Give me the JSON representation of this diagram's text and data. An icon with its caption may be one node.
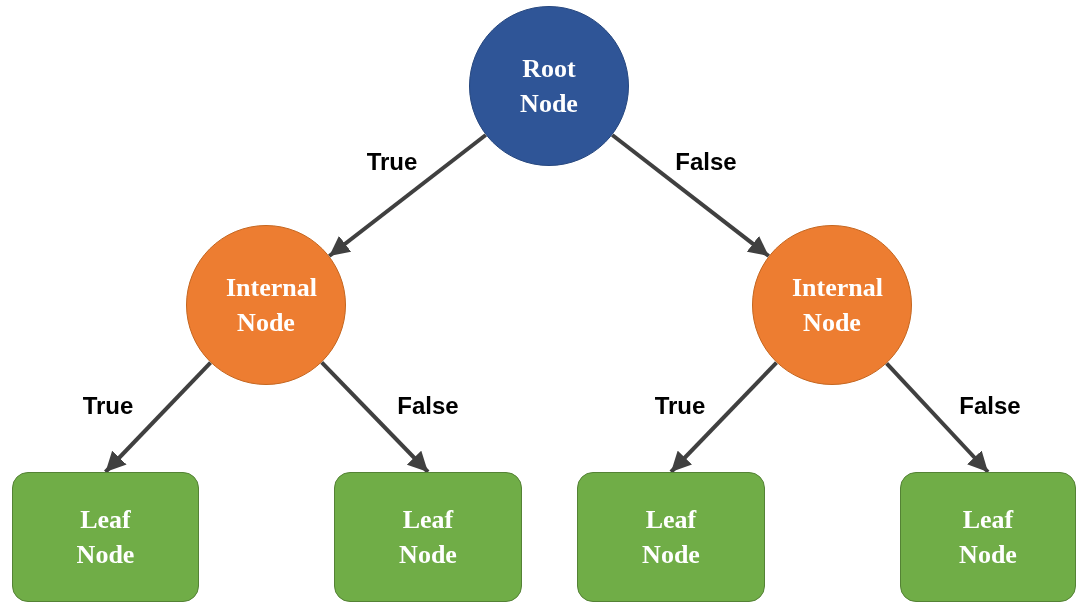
{
  "diagram": {
    "nodes": [
      {
        "text": [
          "Root Node"
        ]
      },
      {
        "text": [
          "Internal Node"
        ]
      },
      {
        "text": [
          "Internal Node"
        ]
      },
      {
        "text": [
          "Leaf Node"
        ]
      },
      {
        "text": [
          "Leaf Node"
        ]
      },
      {
        "text": [
          "Leaf Node"
        ]
      },
      {
        "text": [
          "Leaf Node"
        ]
      }
    ],
    "edges": [
      {
        "from": 0,
        "to": 1,
        "arrow": "to",
        "label": "True"
      },
      {
        "from": 0,
        "to": 2,
        "arrow": "to",
        "label": "False"
      },
      {
        "from": 1,
        "to": 3,
        "arrow": "to",
        "label": "True"
      },
      {
        "from": 1,
        "to": 4,
        "arrow": "to",
        "label": "False"
      },
      {
        "from": 2,
        "to": 5,
        "arrow": "to",
        "label": "True"
      },
      {
        "from": 2,
        "to": 6,
        "arrow": "to",
        "label": "False"
      }
    ]
  }
}
